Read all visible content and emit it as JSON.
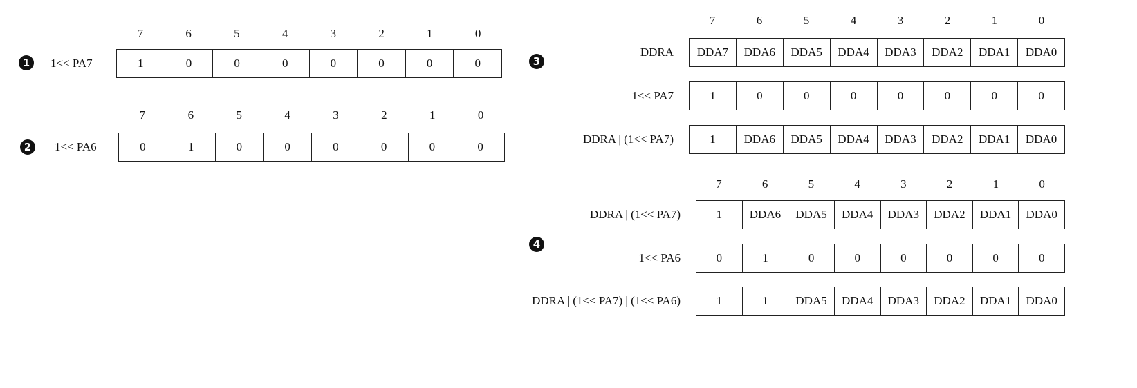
{
  "bit_positions": [
    "7",
    "6",
    "5",
    "4",
    "3",
    "2",
    "1",
    "0"
  ],
  "diagram1": {
    "marker": "1",
    "label": "1<< PA7",
    "cells": [
      "1",
      "0",
      "0",
      "0",
      "0",
      "0",
      "0",
      "0"
    ]
  },
  "diagram2": {
    "marker": "2",
    "label": "1<< PA6",
    "cells": [
      "0",
      "1",
      "0",
      "0",
      "0",
      "0",
      "0",
      "0"
    ]
  },
  "diagram3": {
    "marker": "3",
    "rows": [
      {
        "label": "DDRA",
        "cells": [
          "DDA7",
          "DDA6",
          "DDA5",
          "DDA4",
          "DDA3",
          "DDA2",
          "DDA1",
          "DDA0"
        ]
      },
      {
        "label": "1<< PA7",
        "cells": [
          "1",
          "0",
          "0",
          "0",
          "0",
          "0",
          "0",
          "0"
        ]
      },
      {
        "label": "DDRA | (1<< PA7)",
        "cells": [
          "1",
          "DDA6",
          "DDA5",
          "DDA4",
          "DDA3",
          "DDA2",
          "DDA1",
          "DDA0"
        ]
      }
    ]
  },
  "diagram4": {
    "marker": "4",
    "rows": [
      {
        "label": "DDRA | (1<< PA7)",
        "cells": [
          "1",
          "DDA6",
          "DDA5",
          "DDA4",
          "DDA3",
          "DDA2",
          "DDA1",
          "DDA0"
        ]
      },
      {
        "label": "1<< PA6",
        "cells": [
          "0",
          "1",
          "0",
          "0",
          "0",
          "0",
          "0",
          "0"
        ]
      },
      {
        "label": "DDRA | (1<< PA7) | (1<< PA6)",
        "cells": [
          "1",
          "1",
          "DDA5",
          "DDA4",
          "DDA3",
          "DDA2",
          "DDA1",
          "DDA0"
        ]
      }
    ]
  }
}
